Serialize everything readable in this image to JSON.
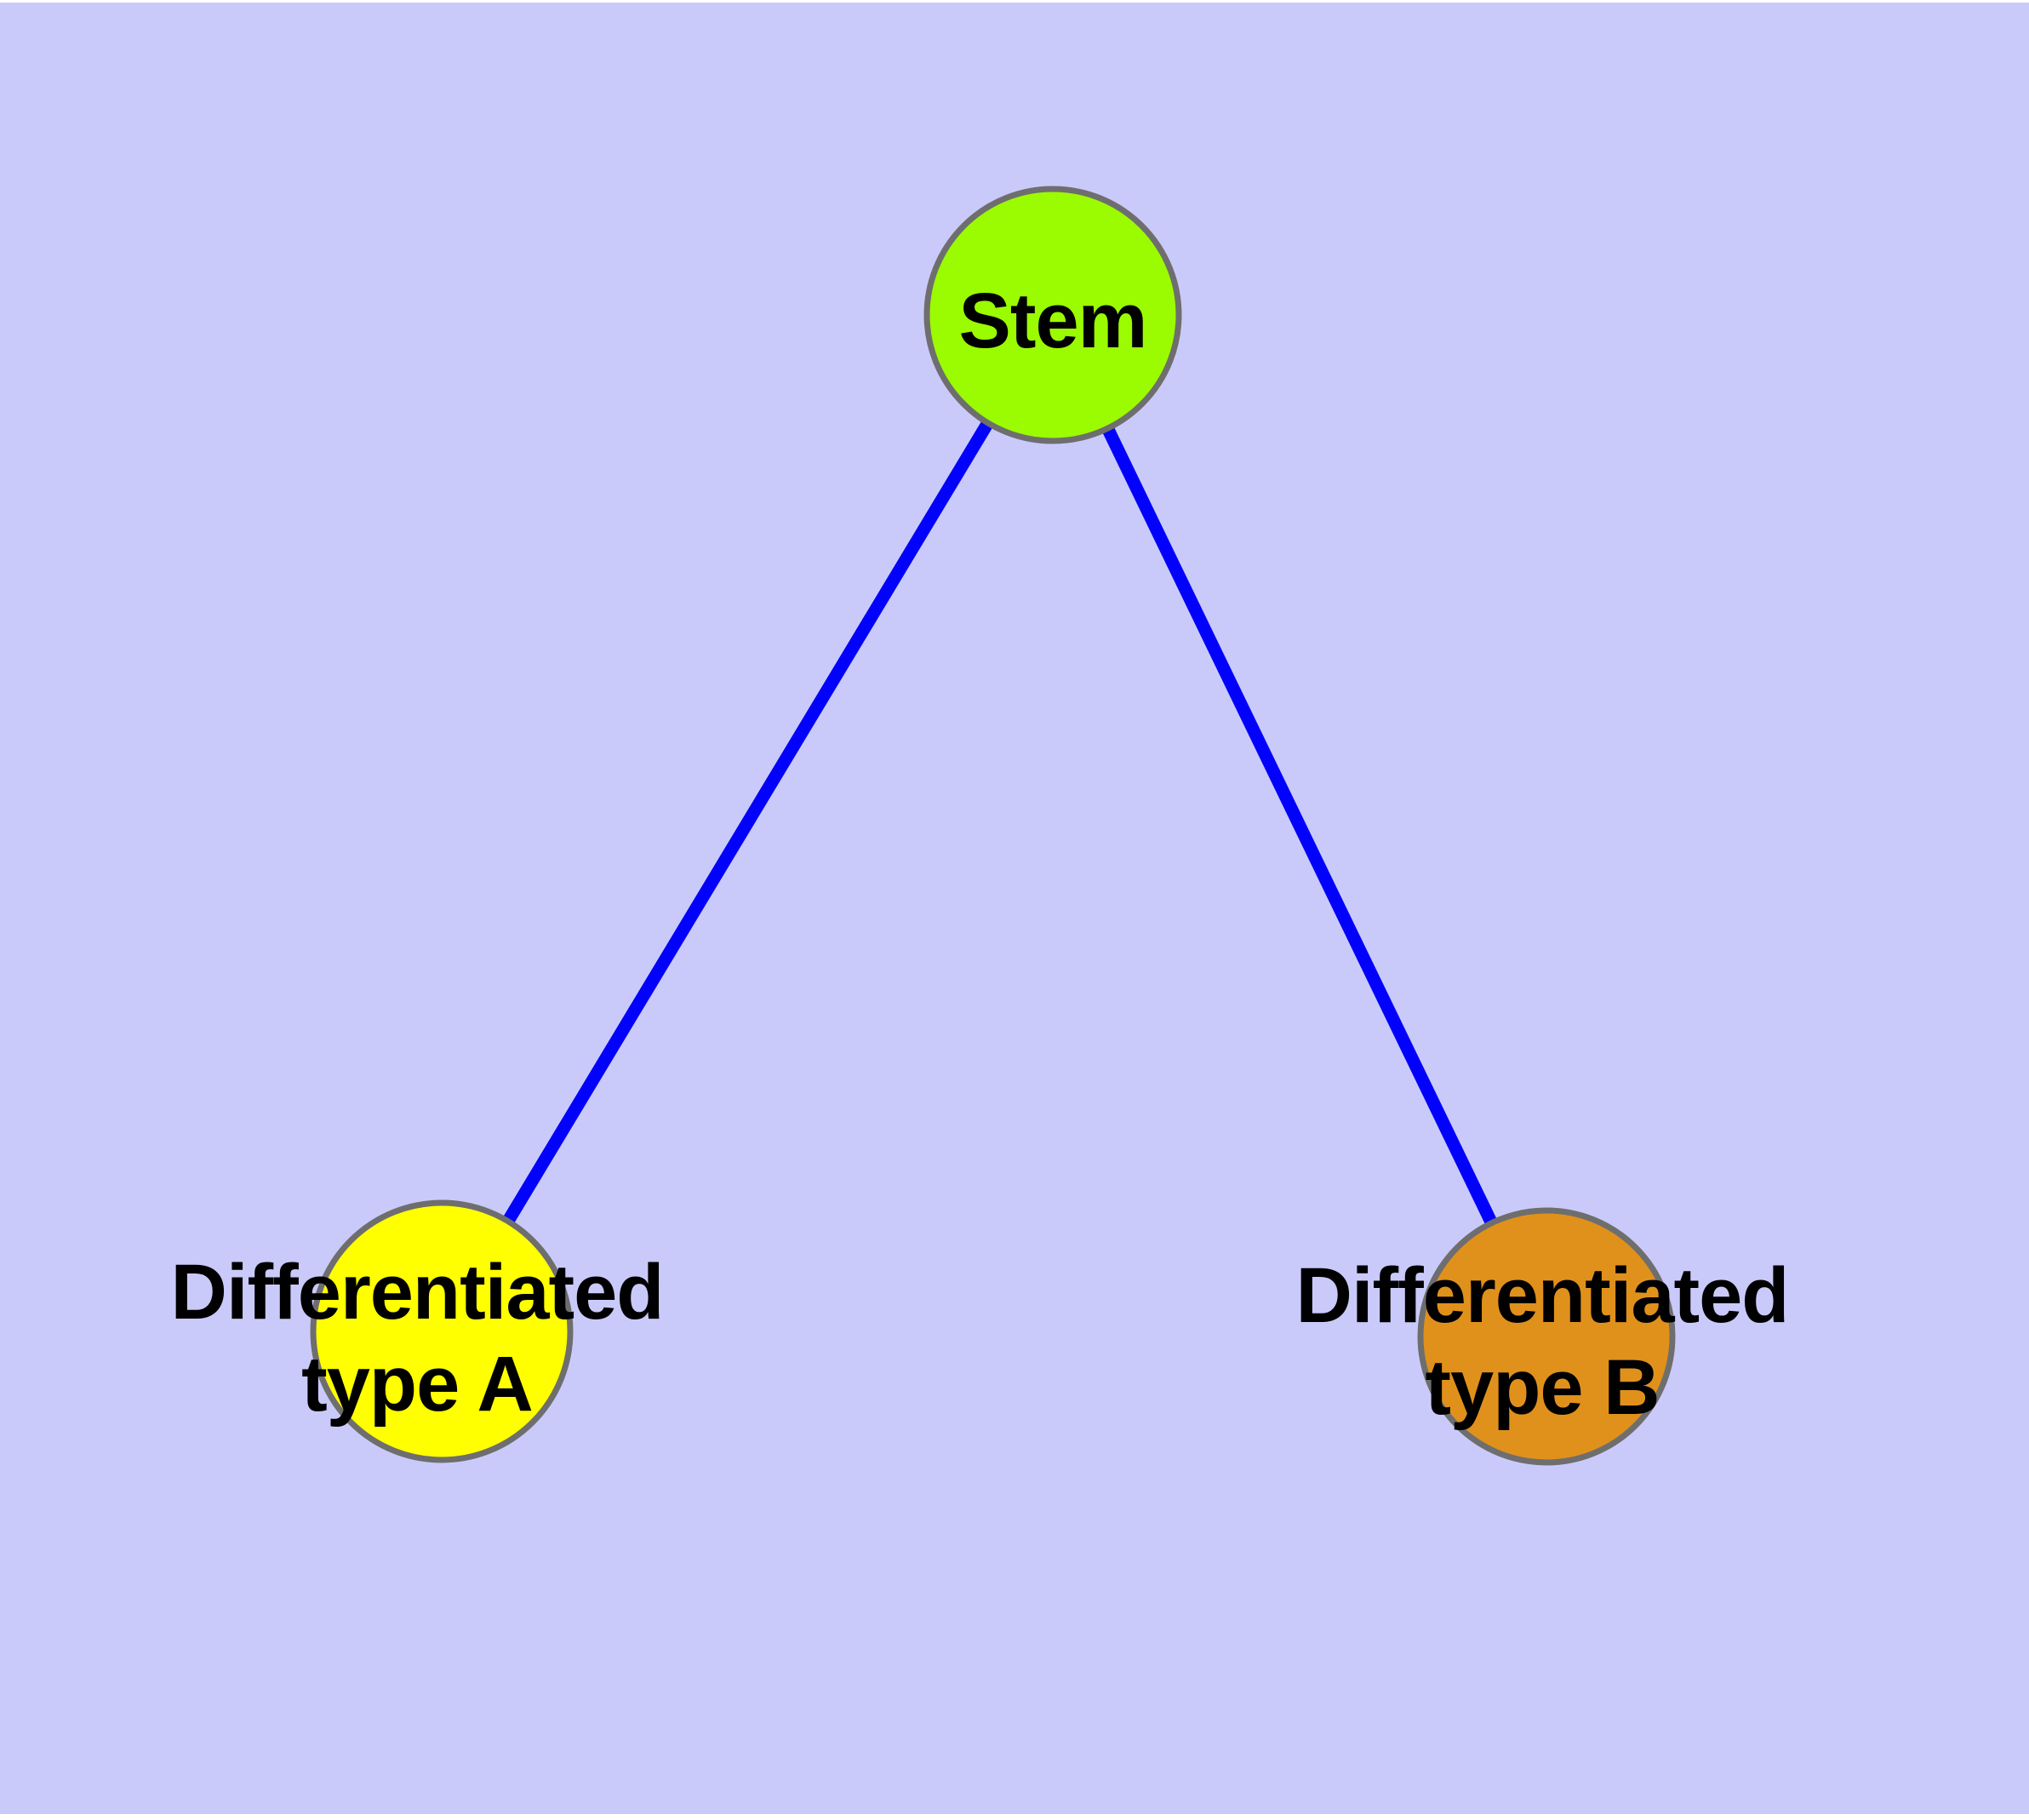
{
  "diagram": {
    "background_color": "#CACAFA",
    "page_color": "#FFFFFF",
    "edge_color": "#0202FC",
    "node_border_color": "#6E6E6E",
    "text_color": "#000000",
    "nodes": {
      "stem": {
        "label": "Stem",
        "color": "#9BFB00"
      },
      "type_a": {
        "label_line1": "Differentiated",
        "label_line2": "type A",
        "color": "#FFFF00"
      },
      "type_b": {
        "label_line1": "Differentiated",
        "label_line2": "type B",
        "color": "#E0911C"
      }
    },
    "edges": [
      {
        "from": "Stem",
        "to": "Differentiated type A"
      },
      {
        "from": "Stem",
        "to": "Differentiated type B"
      }
    ]
  }
}
